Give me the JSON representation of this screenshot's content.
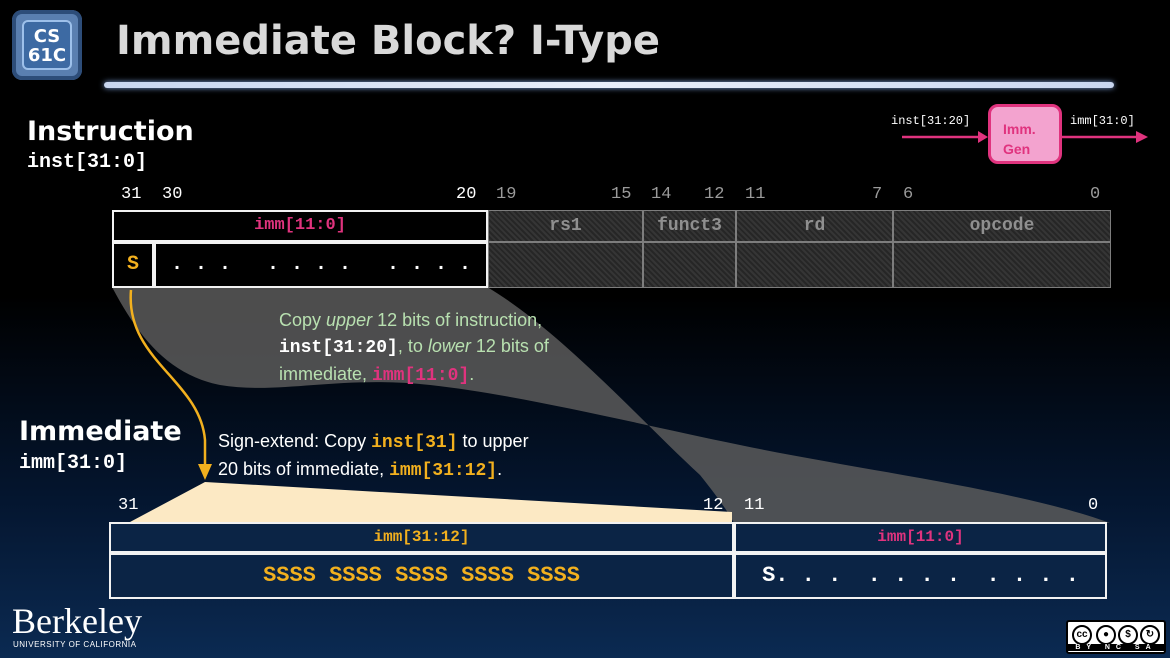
{
  "logo": {
    "line1": "CS",
    "line2": "61C"
  },
  "title": "Immediate Block? I-Type",
  "instruction": {
    "heading": "Instruction",
    "sub": "inst[31:0]",
    "bit_labels": [
      "31",
      "30",
      "20",
      "19",
      "15",
      "14",
      "12",
      "11",
      "7",
      "6",
      "0"
    ],
    "fields": {
      "imm": "imm[11:0]",
      "rs1": "rs1",
      "funct3": "funct3",
      "rd": "rd",
      "opcode": "opcode"
    },
    "sign_bit": "S",
    "dots": ". . .   . . . .   . . . ."
  },
  "imm_gen": {
    "input": "inst[31:20]",
    "output": "imm[31:0]",
    "label_line1": "Imm.",
    "label_line2": "Gen"
  },
  "copy_caption": {
    "p1": "Copy ",
    "upper": "upper",
    "p2": " 12 bits of instruction,",
    "code1": "inst[31:20]",
    "p3": ", to ",
    "lower": "lower",
    "p4": " 12 bits of",
    "p5": "immediate, ",
    "code2": "imm[11:0]",
    "p6": "."
  },
  "signext_caption": {
    "p1": "Sign-extend: Copy ",
    "code1": "inst[31]",
    "p2": " to upper",
    "p3": "20 bits of immediate, ",
    "code2": "imm[31:12]",
    "p4": "."
  },
  "immediate": {
    "heading": "Immediate",
    "sub": "imm[31:0]",
    "bit_labels": [
      "31",
      "12",
      "11",
      "0"
    ],
    "upper_label": "imm[31:12]",
    "lower_label": "imm[11:0]",
    "upper_value": "SSSS SSSS SSSS SSSS SSSS",
    "lower_value": "S. . .  . . . .  . . . ."
  },
  "footer": {
    "berkeley": "Berkeley",
    "university": "UNIVERSITY OF CALIFORNIA",
    "license": "BY NC SA"
  },
  "colors": {
    "pink": "#e0337e",
    "gold": "#f2b01e",
    "caption_green": "#b8e0b0"
  }
}
